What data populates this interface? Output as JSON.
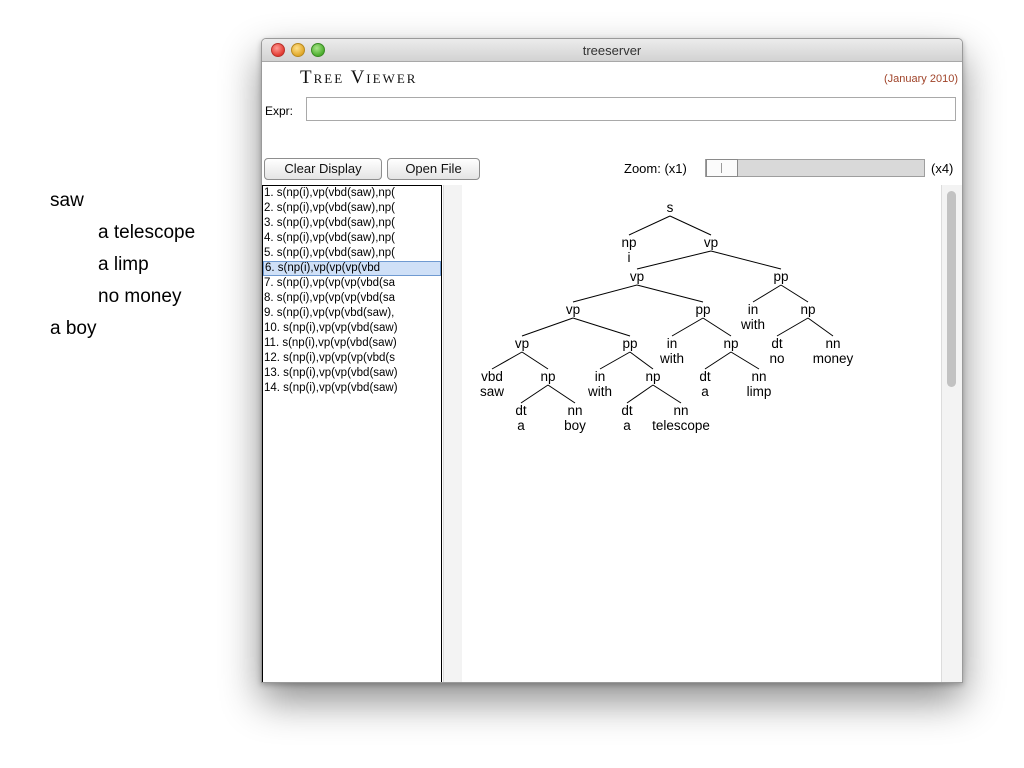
{
  "annotation": {
    "lines": [
      "saw",
      "a telescope",
      "a limp",
      "no money",
      "a boy"
    ]
  },
  "window": {
    "title": "treeserver"
  },
  "app": {
    "title": "Tree Viewer",
    "date": "(January 2010)"
  },
  "expr": {
    "label": "Expr:",
    "value": "",
    "placeholder": ""
  },
  "toolbar": {
    "clear_label": "Clear Display",
    "open_label": "Open File",
    "zoom_label": "Zoom: (x1)",
    "zoom_max_label": "(x4)",
    "zoom_level": 0.0
  },
  "parses": {
    "selected_index": 5,
    "items": [
      "1. s(np(i),vp(vbd(saw),np(",
      "2. s(np(i),vp(vbd(saw),np(",
      "3. s(np(i),vp(vbd(saw),np(",
      "4. s(np(i),vp(vbd(saw),np(",
      "5. s(np(i),vp(vbd(saw),np(",
      "6. s(np(i),vp(vp(vp(vbd",
      "7. s(np(i),vp(vp(vp(vbd(sa",
      "8. s(np(i),vp(vp(vp(vbd(sa",
      "9. s(np(i),vp(vp(vbd(saw),",
      "10. s(np(i),vp(vp(vbd(saw)",
      "11. s(np(i),vp(vp(vbd(saw)",
      "12. s(np(i),vp(vp(vp(vbd(s",
      "13. s(np(i),vp(vp(vbd(saw)",
      "14. s(np(i),vp(vp(vbd(saw)"
    ]
  },
  "tree": {
    "nodes": [
      {
        "label": "s"
      },
      {
        "label": "np"
      },
      {
        "label": "vp"
      },
      {
        "label": "i"
      },
      {
        "label": "vp"
      },
      {
        "label": "pp"
      },
      {
        "label": "vp"
      },
      {
        "label": "pp"
      },
      {
        "label": "in"
      },
      {
        "label": "np"
      },
      {
        "label": "with"
      },
      {
        "label": "dt"
      },
      {
        "label": "nn"
      },
      {
        "label": "no"
      },
      {
        "label": "money"
      },
      {
        "label": "vp"
      },
      {
        "label": "pp"
      },
      {
        "label": "in"
      },
      {
        "label": "np"
      },
      {
        "label": "with"
      },
      {
        "label": "dt"
      },
      {
        "label": "nn"
      },
      {
        "label": "a"
      },
      {
        "label": "limp"
      },
      {
        "label": "vbd"
      },
      {
        "label": "np"
      },
      {
        "label": "saw"
      },
      {
        "label": "in"
      },
      {
        "label": "np"
      },
      {
        "label": "with"
      },
      {
        "label": "dt"
      },
      {
        "label": "nn"
      },
      {
        "label": "a"
      },
      {
        "label": "boy"
      },
      {
        "label": "dt"
      },
      {
        "label": "nn"
      },
      {
        "label": "a"
      },
      {
        "label": "telescope"
      }
    ]
  }
}
